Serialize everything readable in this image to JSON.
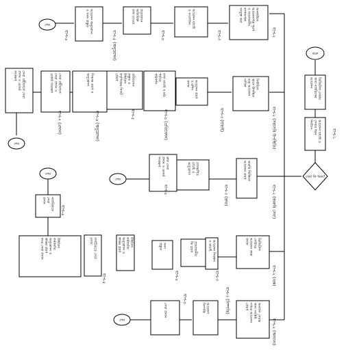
{
  "start_label": "শুরু",
  "end_label": "শেষ",
  "decision_label": "সেবা কি ধরন?",
  "main": [
    "ডিজিটাল সেবার জন্য নাগরিকের আবেদন",
    "আবেদন যাচাই ও সেবার ধরন নির্বাচন"
  ],
  "main_step_label": "ধাপ-১",
  "branches": {
    "top": {
      "label": "ধাপ-২",
      "steps": [
        "অনলাইনে আবেদনপত্র পূরণ ও প্রয়োজনীয় কাগজপত্র সংযুক্ত করা",
        "আবেদন যাচাই ও সংশোধন",
        "প্রয়োজনে অতিরিক্ত তথ্য চাওয়া",
        "আবেদন অনুমোদন ও সনদ প্রস্তুত",
        "সেবা প্রদান ও নাগরিককে অবহিত করা"
      ],
      "labels": [
        "ধাপ-৩",
        "ধাপ-৪",
        "ধাপ-৫ (অনুমোদন)",
        "ধাপ-৬"
      ]
    },
    "upper": {
      "label": "ধাপ-২ (সরাসরি উপস্থিতি)",
      "steps": [
        "নির্ধারিত স্থানে উপস্থিত হয়ে আবেদন দাখিল",
        "আবেদন গ্রহণ ও রশিদ প্রদান",
        "তথ্য যাচাই ও মাঠ পর্যায়ে পরিদর্শন",
        "প্রতিবেদন প্রস্তুত ও উর্ধ্বতন কর্তৃপক্ষের নিকট প্রেরণ",
        "সিদ্ধান্ত গ্রহণ ও অনুমোদন",
        "সেবা গ্রহীতাকে সেবা প্রদান ও রেকর্ড সংরক্ষণ"
      ],
      "labels": [
        "ধাপ-৩ (যাচাই)",
        "ধাপ-৪ (প্রতিবেদন)",
        "ধাপ-৫",
        "ধাপ-৬ (অনুমোদন)",
        "ধাপ-৭ (প্রদান)"
      ]
    },
    "middle": {
      "label": "ধাপ-২ (জরুরি সেবা)",
      "steps": [
        "জরুরি ভিত্তিতে আবেদন গ্রহণ",
        "তাৎক্ষণিক যাচাই ও অনুমোদন",
        "দ্রুত সেবা প্রদান ও রেকর্ড সংরক্ষণ"
      ],
      "labels": [
        "ধাপ-৩ (দ্রুত)",
        "ধাপ-৪"
      ]
    },
    "lower": {
      "label": "ধাপ-২ (এক)",
      "steps": [
        "ডিজিটাল সেন্টারে আবেদন জমা প্রদান",
        "আবেদন নিবন্ধন ও যাচাই",
        "প্রয়োজনীয় ফি গ্রহণ",
        "সনদ প্রস্তুত",
        "উর্ধ্বতন কর্মকর্তার অনুমোদন ও স্বাক্ষর গ্রহণ করে সেবা প্রদান",
        "নাগরিককে সেবা প্রদান"
      ],
      "labels": [
        "ধাপ-৩",
        "ধাপ-৪",
        "ধাপ-৫",
        "ধাপ-৬"
      ]
    },
    "bottom": {
      "label": "ধাপ-২ (অন্যান্য)",
      "steps": [
        "অন্যান্য সেবার জন্য সংশ্লিষ্ট দপ্তরে আবেদন প্রেরণ",
        "আবেদন নিষ্পত্তি",
        "সেবা প্রদান"
      ],
      "labels": [
        "ধাপ-৩ (নিষ্পত্তি)",
        "ধাপ-৪"
      ]
    }
  }
}
